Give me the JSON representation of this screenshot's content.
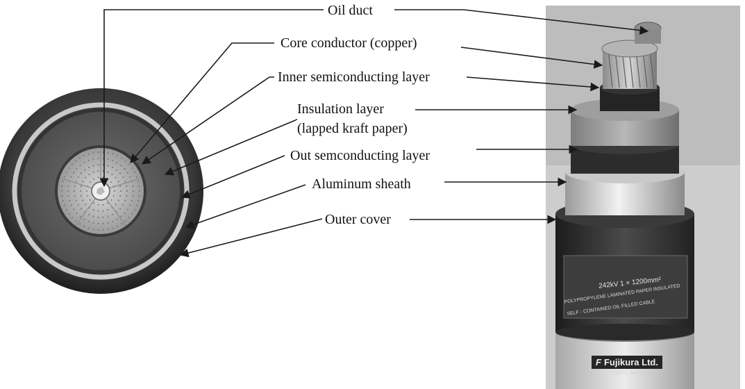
{
  "labels": {
    "oil_duct": "Oil duct",
    "core_conductor": "Core conductor (copper)",
    "inner_semiconducting": "Inner semiconducting layer",
    "insulation_line1": "Insulation layer",
    "insulation_line2": "(lapped kraft paper)",
    "out_semconducting": "Out semconducting layer",
    "aluminum_sheath": "Aluminum sheath",
    "outer_cover": "Outer cover"
  },
  "product_label": {
    "rating": "242kV  1 × 1200mm²",
    "line2": "POLYPROPYLENE LAMINATED PAPER INSULATED",
    "line3": "SELF - CONTAINED OIL FILLED CABLE"
  },
  "brand": {
    "name": "Fujikura Ltd.",
    "location": "TOKYO  JAPAN"
  },
  "colors": {
    "line": "#1a1a1a",
    "text": "#111111"
  }
}
